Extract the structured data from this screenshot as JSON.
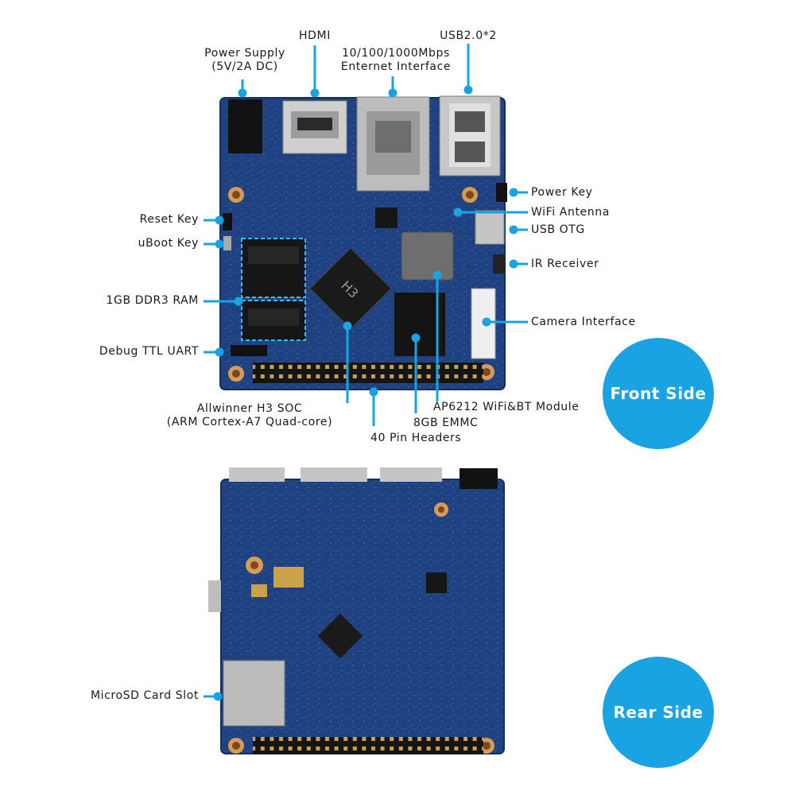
{
  "front": {
    "labels": {
      "power_supply": [
        "Power Supply",
        "(5V/2A DC)"
      ],
      "hdmi": "HDMI",
      "ethernet": [
        "10/100/1000Mbps",
        "Enternet Interface"
      ],
      "usb": "USB2.0*2",
      "reset_key": "Reset Key",
      "uboot_key": "uBoot Key",
      "ram": "1GB DDR3 RAM",
      "debug_uart": "Debug TTL UART",
      "power_key": "Power Key",
      "wifi_antenna": "WiFi Antenna",
      "usb_otg": "USB OTG",
      "ir_receiver": "IR Receiver",
      "camera": "Camera Interface",
      "soc": [
        "Allwinner H3 SOC",
        "(ARM Cortex-A7 Quad-core)"
      ],
      "wifi_module": "AP6212 WiFi&BT Module",
      "emmc": "8GB EMMC",
      "pin_headers": "40 Pin Headers"
    },
    "soc_chip_text": "H3",
    "bubble": "Front Side"
  },
  "rear": {
    "labels": {
      "microsd": "MicroSD Card Slot"
    },
    "bubble": "Rear Side"
  },
  "colors": {
    "accent": "#1aa3e3",
    "pcb": "#1d3c7a",
    "line": "#1aa3e3"
  }
}
